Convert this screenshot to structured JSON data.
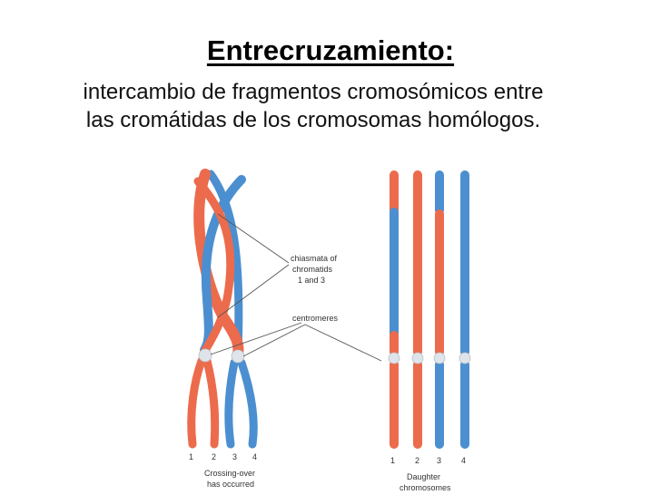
{
  "title": "Entrecruzamiento:",
  "subtitle_line1": "intercambio de fragmentos cromosómicos entre",
  "subtitle_line2": "las cromátidas de los cromosomas homólogos.",
  "labels": {
    "chiasmata_line1": "chiasmata of",
    "chiasmata_line2": "chromatids",
    "chiasmata_line3": "1 and 3",
    "centromeres": "centromeres",
    "crossing_line1": "Crossing-over",
    "crossing_line2": "has occurred",
    "daughter_line1": "Daughter",
    "daughter_line2": "chromosomes"
  },
  "left_numbers": [
    "1",
    "2",
    "3",
    "4"
  ],
  "right_numbers": [
    "1",
    "2",
    "3",
    "4"
  ],
  "colors": {
    "red": "#ec6b4c",
    "blue": "#4b8fd0",
    "centromere": "#dfe4ea"
  }
}
